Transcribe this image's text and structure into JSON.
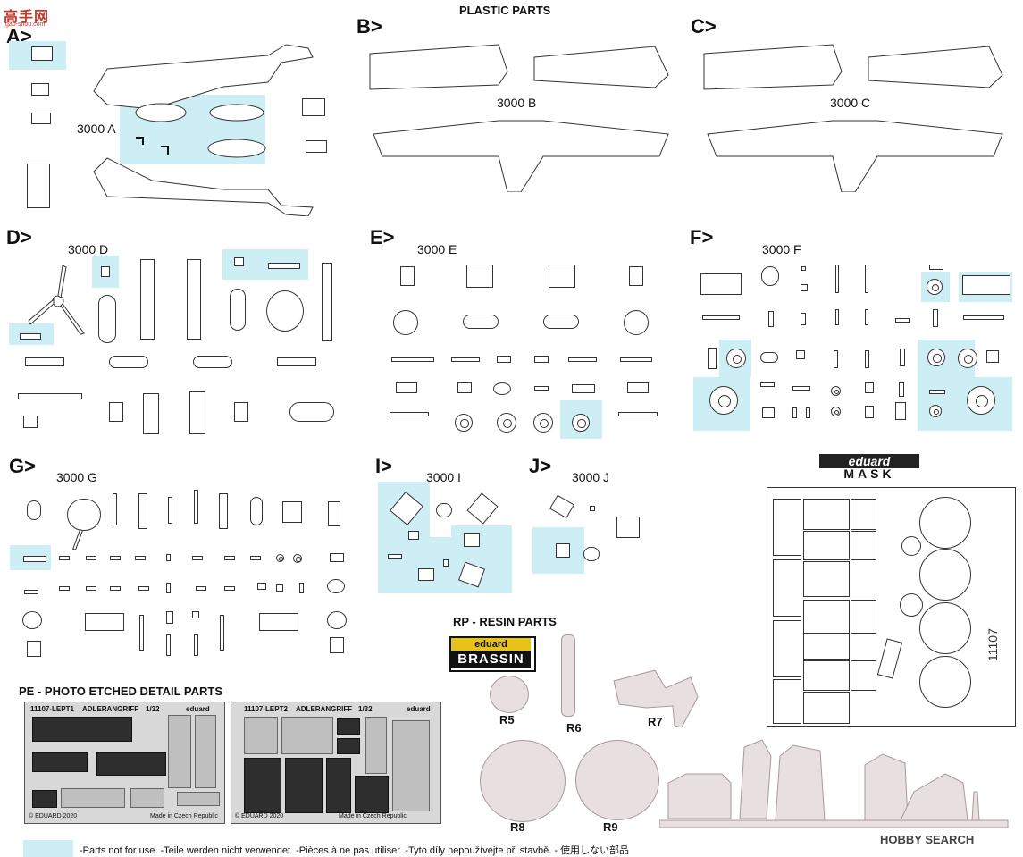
{
  "header": {
    "title": "PLASTIC PARTS"
  },
  "logo": {
    "mark": "高手网",
    "sub": "gao-shou.com"
  },
  "sprues": [
    {
      "letter": "A>",
      "code": "3000 A"
    },
    {
      "letter": "B>",
      "code": "3000 B"
    },
    {
      "letter": "C>",
      "code": "3000 C"
    },
    {
      "letter": "D>",
      "code": "3000 D"
    },
    {
      "letter": "E>",
      "code": "3000 E"
    },
    {
      "letter": "F>",
      "code": "3000 F"
    },
    {
      "letter": "G>",
      "code": "3000 G"
    },
    {
      "letter": "I>",
      "code": "3000 I"
    },
    {
      "letter": "J>",
      "code": "3000 J"
    }
  ],
  "mask": {
    "brand": "eduard",
    "label": "MASK",
    "code": "11107"
  },
  "resin": {
    "title": "RP - RESIN PARTS",
    "brand_top": "eduard",
    "brand_bottom": "BRASSIN",
    "parts": [
      "R5",
      "R6",
      "R7",
      "R8",
      "R9"
    ]
  },
  "photo_etched": {
    "title": "PE - PHOTO ETCHED DETAIL PARTS",
    "frets": [
      {
        "code": "11107-LEPT1",
        "name": "ADLERANGRIFF",
        "scale": "1/32",
        "brand": "eduard",
        "copyright": "© EDUARD 2020",
        "origin": "Made in Czech Republic"
      },
      {
        "code": "11107-LEPT2",
        "name": "ADLERANGRIFF",
        "scale": "1/32",
        "brand": "eduard",
        "copyright": "© EDUARD 2020",
        "origin": "Made in Czech Republic"
      }
    ]
  },
  "footer": {
    "note": "-Parts not for use. -Teile werden nicht verwendet. -Pièces à ne pas utiliser. -Tyto díly nepoužívejte při stavbě. -  使用しない部品",
    "watermark": "HOBBY SEARCH"
  },
  "colors": {
    "unused_highlight": "#cdeef4",
    "brassin_yellow": "#e8c21b",
    "resin": "#e8dfe0"
  }
}
